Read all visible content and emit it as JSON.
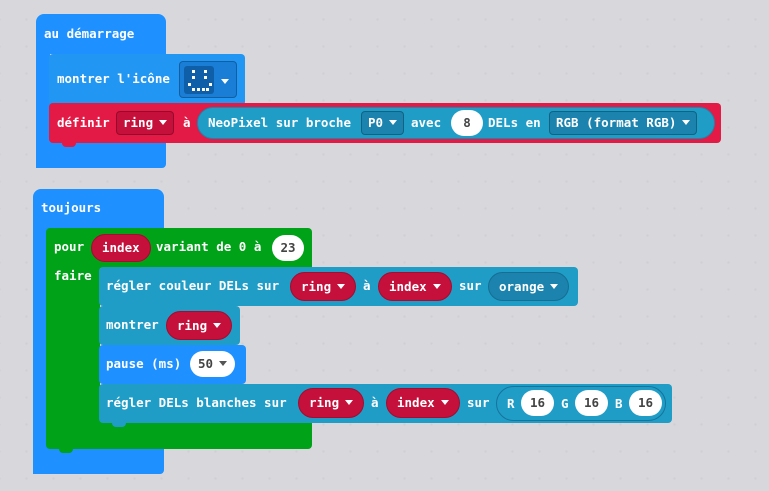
{
  "on_start": {
    "hat_label": "au démarrage",
    "show_icon": {
      "label": "montrer l'icône",
      "icon_name": "smiley-leds-icon"
    },
    "set_ring": {
      "label_set": "définir",
      "variable": "ring",
      "label_to": "à",
      "neopixel_label": "NeoPixel sur broche",
      "pin": "P0",
      "label_with": "avec",
      "led_count": "8",
      "label_leds_in": "DELs en",
      "mode": "RGB (format RGB)"
    }
  },
  "forever": {
    "hat_label": "toujours",
    "for_loop": {
      "label_for": "pour",
      "variable": "index",
      "label_range": "variant de 0 à",
      "upper": "23",
      "label_do": "faire"
    },
    "set_pixel_color": {
      "label": "régler couleur DELs sur",
      "strip": "ring",
      "label_at": "à",
      "index": "index",
      "label_on": "sur",
      "color": "orange"
    },
    "show": {
      "label": "montrer",
      "strip": "ring"
    },
    "pause": {
      "label": "pause (ms)",
      "value": "50"
    },
    "set_white": {
      "label": "régler DELs blanches sur",
      "strip": "ring",
      "label_at": "à",
      "index": "index",
      "label_on": "sur",
      "r_label": "R",
      "r_value": "16",
      "g_label": "G",
      "g_value": "16",
      "b_label": "B",
      "b_value": "16"
    }
  },
  "colors": {
    "basic_blue": "#1e90ff",
    "variables_red": "#e21a45",
    "neopixel_teal": "#1f9dc7",
    "loops_green": "#00a218",
    "workspace_bg": "#f4f4f5"
  }
}
